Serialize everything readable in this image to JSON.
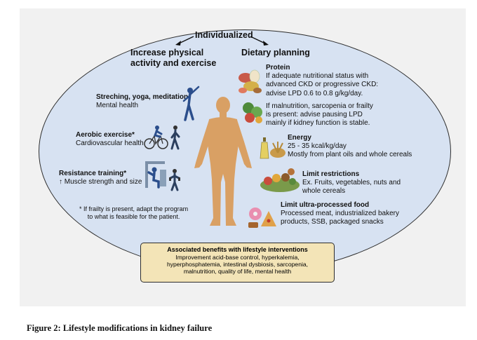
{
  "title": "Individualized",
  "left_heading": {
    "line1": "Increase physical",
    "line2": "activity and exercise"
  },
  "right_heading": "Dietary planning",
  "exercise": [
    {
      "title": "Streching, yoga, meditation",
      "desc": "Mental health"
    },
    {
      "title": "Aerobic exercise*",
      "desc": "Cardiovascular health"
    },
    {
      "title": "Resistance training*",
      "desc": "↑ Muscle strength and size"
    }
  ],
  "frailty_note": {
    "line1": "* If frailty is present, adapt the program",
    "line2": "to what is feasible for the patient."
  },
  "diet": {
    "protein": {
      "title": "Protein",
      "lines_a": [
        "If adequate nutritional status with",
        "advanced CKD or progressive CKD:",
        "advise LPD 0.6 to 0.8 g/kg/day."
      ],
      "lines_b": [
        "If malnutrition, sarcopenia or frailty",
        "is present: advise pausing LPD",
        "mainly if kidney function is stable."
      ]
    },
    "energy": {
      "title": "Energy",
      "lines": [
        "25 - 35 kcal/kg/day",
        "Mostly from plant oils and whole cereals"
      ]
    },
    "limit_restrictions": {
      "title": "Limit restrictions",
      "lines": [
        "Ex. Fruits, vegetables, nuts and",
        "whole cereals"
      ]
    },
    "ultra_processed": {
      "title": "Limit ultra-processed food",
      "lines": [
        "Processed meat, industrialized bakery",
        "products, SSB, packaged snacks"
      ]
    }
  },
  "benefits": {
    "title": "Associated benefits with lifestyle interventions",
    "lines": [
      "Improvement acid-base control, hyperkalemia,",
      "hyperphosphatemia, intestinal dysbiosis, sarcopenia,",
      "malnutrition, quality of life, mental health"
    ]
  },
  "caption": "Figure 2: Lifestyle modifications in kidney failure",
  "colors": {
    "background_ellipse": "#d7e2f2",
    "body": "#d9a064",
    "benefits_box": "#f3e4b7",
    "figure_blue": "#2b4e8c"
  },
  "icons": [
    "yoga-figure-icon",
    "cyclist-icon",
    "walker-icon",
    "weight-machine-icon",
    "lifter-icon",
    "protein-food-icon",
    "vegetables-icon",
    "oil-bottle-icon",
    "cereals-icon",
    "nuts-fruits-icon",
    "junk-food-icon",
    "human-body-icon"
  ]
}
